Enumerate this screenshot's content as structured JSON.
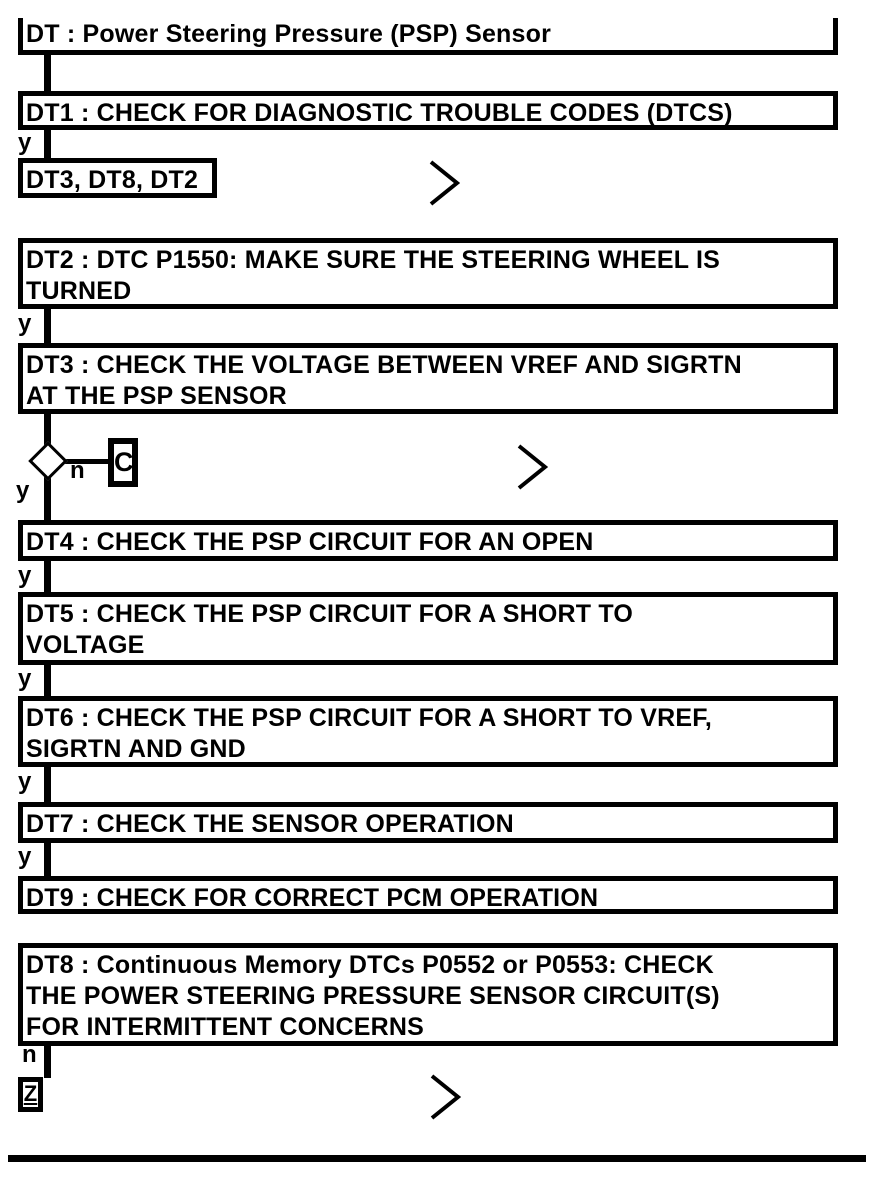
{
  "colors": {
    "ink": "#000000",
    "paper": "#ffffff"
  },
  "icons": {
    "continuation": "chevron-right-icon"
  },
  "labels": {
    "yes": "y",
    "no": "n"
  },
  "connectors": {
    "c": "C",
    "z": "Z"
  },
  "nodes": {
    "header": "DT : Power Steering Pressure (PSP) Sensor",
    "dt1": "DT1 : CHECK FOR DIAGNOSTIC TROUBLE CODES (DTCS)",
    "ref_list": "DT3, DT8, DT2",
    "dt2": "DT2 : DTC P1550: MAKE SURE THE STEERING WHEEL IS\nTURNED",
    "dt3": "DT3 : CHECK THE VOLTAGE BETWEEN VREF AND SIGRTN\nAT THE PSP SENSOR",
    "dt4": "DT4 : CHECK THE PSP CIRCUIT FOR AN OPEN",
    "dt5": "DT5 : CHECK THE PSP CIRCUIT FOR A SHORT TO\nVOLTAGE",
    "dt6": "DT6 : CHECK THE PSP CIRCUIT FOR A SHORT TO VREF,\nSIGRTN AND GND",
    "dt7": "DT7 : CHECK THE SENSOR OPERATION",
    "dt9": "DT9 : CHECK FOR CORRECT PCM OPERATION",
    "dt8": "DT8 : Continuous Memory DTCs P0552 or P0553: CHECK\nTHE POWER STEERING PRESSURE SENSOR CIRCUIT(S)\nFOR INTERMITTENT CONCERNS"
  }
}
